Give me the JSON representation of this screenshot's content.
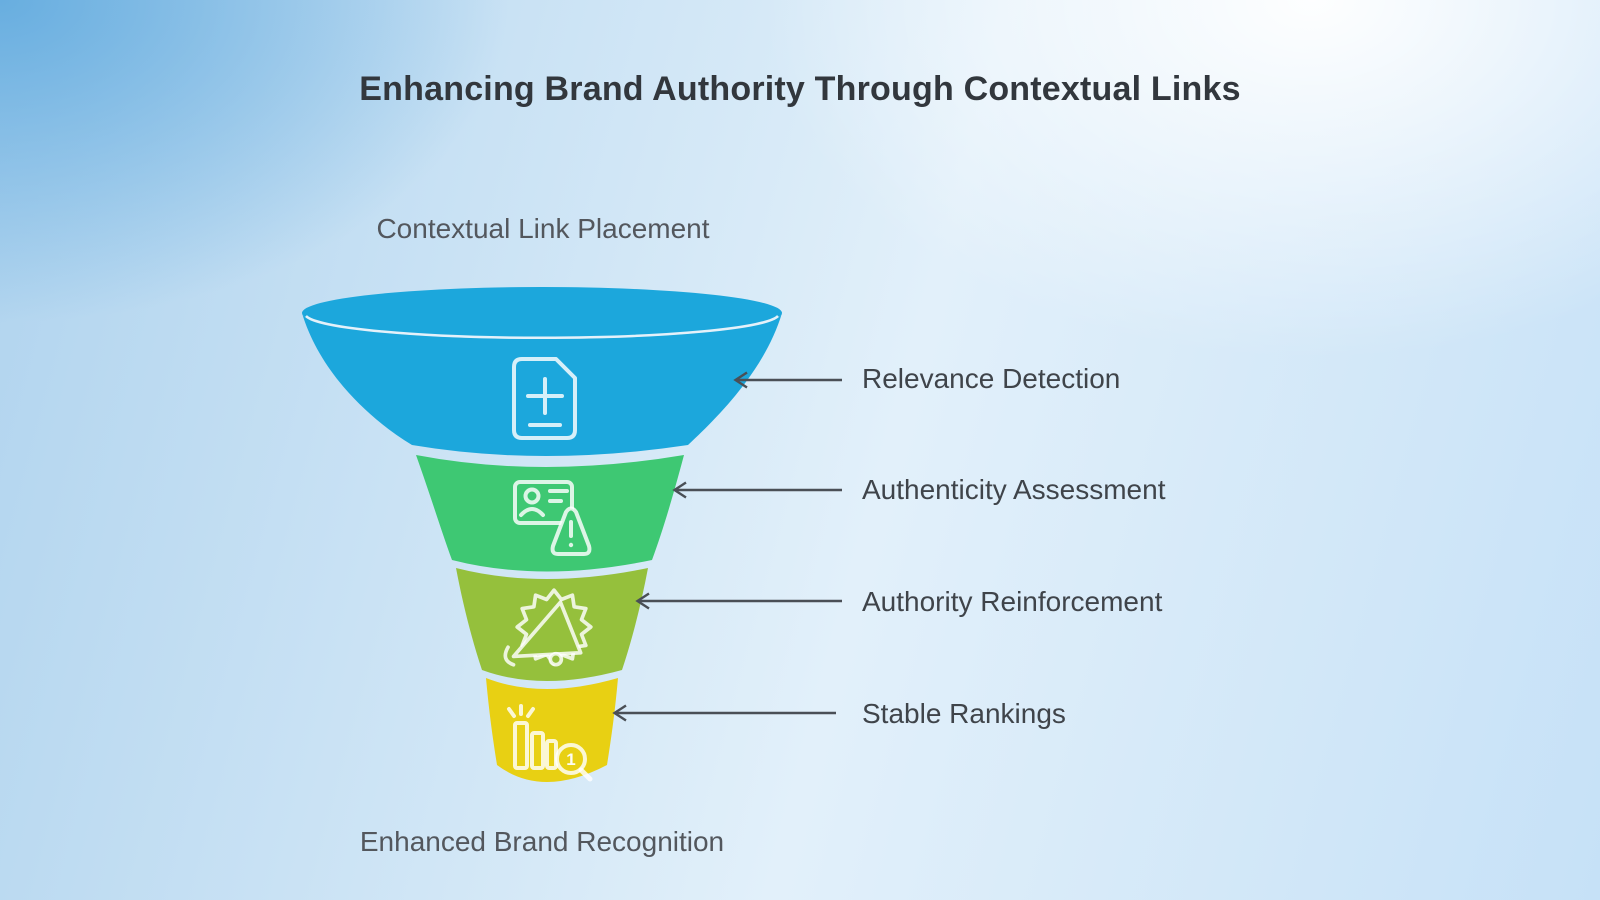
{
  "title": "Enhancing Brand Authority Through Contextual Links",
  "funnel": {
    "top_label": "Contextual Link Placement",
    "bottom_label": "Enhanced Brand Recognition",
    "arrow_color": "#4A4F56",
    "separator_color": "#E4F1FA",
    "segments": [
      {
        "label": "Relevance Detection",
        "color": "#1CA7DC",
        "icon": "document-plus-minus-icon"
      },
      {
        "label": "Authenticity Assessment",
        "color": "#3EC873",
        "icon": "id-card-warning-icon"
      },
      {
        "label": "Authority Reinforcement",
        "color": "#95C03C",
        "icon": "megaphone-badge-icon"
      },
      {
        "label": "Stable Rankings",
        "color": "#E8D013",
        "icon": "ranking-search-icon",
        "badge": "1"
      }
    ]
  },
  "background": {
    "top_left": "#64ACDF",
    "top_right": "#FDFEFF",
    "bottom_left": "#EDF5FC",
    "bottom_right": "#C3E0F7"
  }
}
